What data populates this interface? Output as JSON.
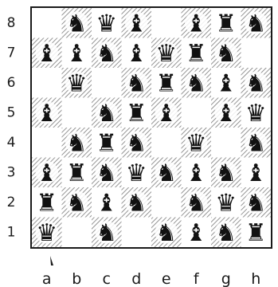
{
  "colors": {
    "board_border": "#1a1a1a",
    "light_square": "#ffffff",
    "dark_square_hatch": "#7a7a7a",
    "piece": "#111111",
    "label": "#1a1a1a"
  },
  "files": [
    "a",
    "b",
    "c",
    "d",
    "e",
    "f",
    "g",
    "h"
  ],
  "ranks": [
    "8",
    "7",
    "6",
    "5",
    "4",
    "3",
    "2",
    "1"
  ],
  "board": [
    [
      "",
      "n",
      "q",
      "b",
      "",
      "b",
      "r",
      "n"
    ],
    [
      "b",
      "b",
      "n",
      "b",
      "q",
      "r",
      "n",
      ""
    ],
    [
      "",
      "q",
      "",
      "n",
      "r",
      "n",
      "b",
      "n"
    ],
    [
      "b",
      "",
      "n",
      "r",
      "b",
      "",
      "b",
      "q"
    ],
    [
      "",
      "n",
      "r",
      "n",
      "",
      "q",
      "",
      "n"
    ],
    [
      "b",
      "r",
      "n",
      "q",
      "n",
      "b",
      "n",
      "b"
    ],
    [
      "r",
      "n",
      "b",
      "n",
      "",
      "n",
      "q",
      "n"
    ],
    [
      "q",
      "",
      "n",
      "",
      "n",
      "b",
      "n",
      "r"
    ]
  ],
  "piece_names": {
    "n": "knight",
    "q": "queen",
    "b": "bishop",
    "r": "rook"
  },
  "pointer_mark": "a-file-pointer"
}
